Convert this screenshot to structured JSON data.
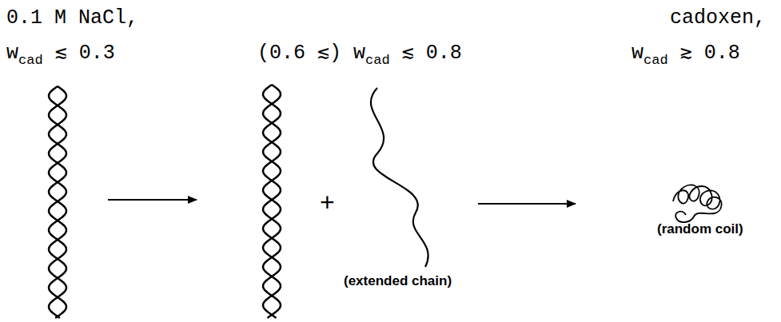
{
  "diagram": {
    "labels": [
      "0.1 M NaCl,",
      "cadoxen,",
      "w",
      "cad",
      "≲ 0.3",
      "(0.6 ≲)",
      "w",
      "cad",
      "≲ 0.8",
      "w",
      "cad",
      "≳ 0.8",
      "+",
      "(extended chain)",
      "(random coil)"
    ]
  }
}
